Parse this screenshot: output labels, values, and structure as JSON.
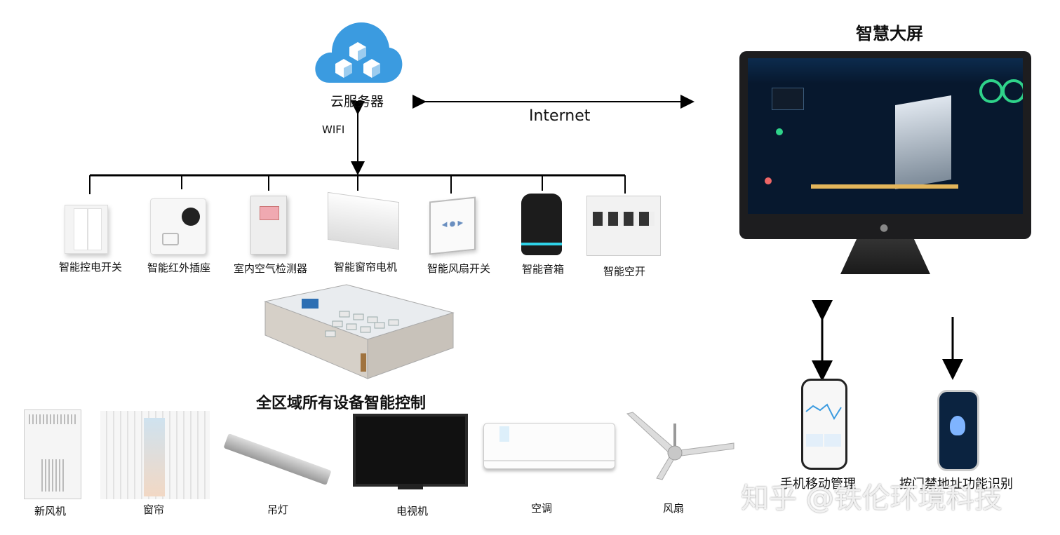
{
  "cloud": {
    "label": "云服务器",
    "icon": "cloud-cubes-icon",
    "color": "#3b9be0"
  },
  "links": {
    "wifi": "WIFI",
    "internet": "Internet"
  },
  "smart_devices": [
    {
      "label": "智能控电开关",
      "icon": "wall-switch-icon"
    },
    {
      "label": "智能红外插座",
      "icon": "ir-socket-icon"
    },
    {
      "label": "室内空气检测器",
      "icon": "air-detector-icon"
    },
    {
      "label": "智能窗帘电机",
      "icon": "curtain-motor-icon"
    },
    {
      "label": "智能风扇开关",
      "icon": "fan-switch-icon"
    },
    {
      "label": "智能音箱",
      "icon": "smart-speaker-icon"
    },
    {
      "label": "智能空开",
      "icon": "circuit-breaker-icon"
    }
  ],
  "center_caption": "全区域所有设备智能控制",
  "appliances": [
    {
      "label": "新风机",
      "icon": "fresh-air-unit-icon"
    },
    {
      "label": "窗帘",
      "icon": "curtain-icon"
    },
    {
      "label": "吊灯",
      "icon": "pendant-lamp-icon"
    },
    {
      "label": "电视机",
      "icon": "tv-icon"
    },
    {
      "label": "空调",
      "icon": "air-conditioner-icon"
    },
    {
      "label": "风扇",
      "icon": "ceiling-fan-icon"
    }
  ],
  "big_screen": {
    "title": "智慧大屏",
    "icon": "monitor-icon"
  },
  "phones": [
    {
      "label": "手机移动管理",
      "icon": "phone-chart-icon"
    },
    {
      "label": "按门禁地址功能识别",
      "icon": "phone-face-id-icon"
    }
  ],
  "watermark": "知乎 @铁伦环境科技"
}
